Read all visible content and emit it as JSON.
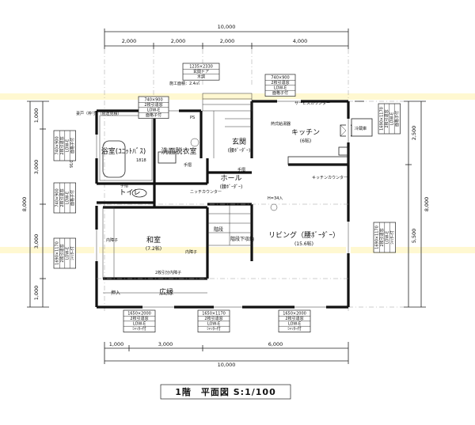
{
  "drawing_title": "1階　平面図 S:1/100",
  "top_dimensions": {
    "total": "10,000",
    "segments": [
      "2,000",
      "2,000",
      "2,000",
      "4,000"
    ]
  },
  "bottom_dimensions": {
    "segments": [
      "1,000",
      "3,000",
      "6,000"
    ],
    "total": "10,000"
  },
  "left_dimensions": {
    "segments": [
      "1,000",
      "3,000",
      "3,000",
      "1,000"
    ],
    "total": "8,000"
  },
  "right_dimensions": {
    "segments": [
      "2,500",
      "5,500"
    ],
    "total": "8,000"
  },
  "construction_area": "施工面積：2.4㎡",
  "rooms": {
    "bath": "浴室(ﾕﾆｯﾄﾊﾞｽ)",
    "bath_size": "1818",
    "washroom": "洗面脱衣室",
    "entrance": "玄関",
    "entrance_floor": "(腰ﾎﾞｰﾀﾞｰ)",
    "hall": "ホール",
    "hall_floor": "(腰ﾎﾞｰﾀﾞｰ)",
    "toilet": "トイレ",
    "kitchen": "キッチン",
    "kitchen_size": "(6帖)",
    "living": "リビング（腰ﾎﾞｰﾀﾞｰ）",
    "living_size": "(15.6帖)",
    "washitsu": "和室",
    "washitsu_size": "(7.2帖)",
    "engawa": "広縁",
    "stairs": "階段",
    "understairs": "階段下収納",
    "oshiire": "押入"
  },
  "notes": {
    "soffit": "妻戸（枠寸）（別途見積）",
    "water_heater": "熱式給湯器",
    "service_counter": "サービスカウンター",
    "kitchen_counter": "キッチンカウンター",
    "niche": "ニッチカウンター",
    "handrail_1": "手摺",
    "handrail_2": "手摺",
    "handrail_3": "手摺",
    "sliding_1": "内障子",
    "sliding_2": "内障子",
    "sliding_3": "2枚引分内障子",
    "ps": "PS",
    "dim_910": "910",
    "h_1": "H=34入",
    "fridge": "冷蔵庫"
  },
  "window_tags": [
    {
      "id": "door-top",
      "l1": "1235×2330",
      "l2": "玄関ドア",
      "l3": "木調"
    },
    {
      "id": "win-wash",
      "l1": "740×900",
      "l2": "2枚引違窓",
      "l3": "LOW-E",
      "l4": "面格子付"
    },
    {
      "id": "win-kitchen-top",
      "l1": "740×900",
      "l2": "2枚引違窓",
      "l3": "LOW-E",
      "l4": "面格子付"
    },
    {
      "id": "win-right-top",
      "l1": "1690×1170",
      "l2": "2枚引違窓",
      "l3": "LOW-E",
      "l4": "面格子付"
    },
    {
      "id": "win-left-bath",
      "l1": "740×900",
      "l2": "2枚引違窓",
      "l3": "LOW-E",
      "l4": "面格子付"
    },
    {
      "id": "win-left-toilet",
      "l1": "740×900",
      "l2": "2枚引違窓",
      "l3": "LOW-E",
      "l4": "面格子付"
    },
    {
      "id": "win-left-wa",
      "l1": "1690×1170",
      "l2": "2枚引違窓",
      "l3": "LOW-E",
      "l4": "ｼｬｯﾀｰ付"
    },
    {
      "id": "win-right-living",
      "l1": "1690×1170",
      "l2": "2枚引違窓",
      "l3": "LOW-E",
      "l4": "ｼｬｯﾀｰ付"
    },
    {
      "id": "win-bottom-1",
      "l1": "1650×2000",
      "l2": "2枚引違窓",
      "l3": "LOW-E",
      "l4": "ｼｬｯﾀｰ付"
    },
    {
      "id": "win-bottom-2",
      "l1": "1650×1170",
      "l2": "2枚引違窓",
      "l3": "LOW-E",
      "l4": "ｼｬｯﾀｰ付"
    },
    {
      "id": "win-bottom-3",
      "l1": "1650×2000",
      "l2": "2枚引違窓",
      "l3": "LOW-E",
      "l4": "ｼｬｯﾀｰ付"
    }
  ]
}
